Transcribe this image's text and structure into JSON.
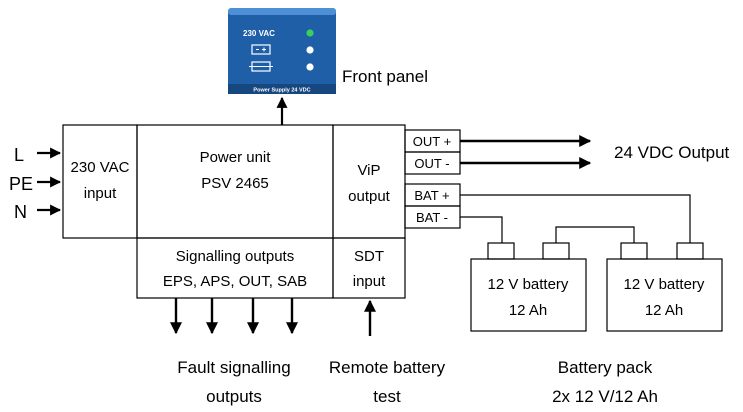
{
  "front_panel": {
    "voltage": "230 VAC",
    "footer": "Power Supply 24 VDC",
    "caption": "Front panel",
    "colors": {
      "panel": "#1e5fa8",
      "panel_dark": "#16477f",
      "led_green": "#39d15a",
      "led_white": "#ffffff"
    }
  },
  "inputs": {
    "l": "L",
    "pe": "PE",
    "n": "N"
  },
  "unit": {
    "input_line1": "230 VAC",
    "input_line2": "input",
    "power_line1": "Power unit",
    "power_line2": "PSV 2465",
    "vip_line1": "ViP",
    "vip_line2": "output",
    "signalling_line1": "Signalling outputs",
    "signalling_line2": "EPS, APS, OUT, SAB",
    "sdt_line1": "SDT",
    "sdt_line2": "input"
  },
  "terminals": {
    "out_plus": "OUT +",
    "out_minus": "OUT -",
    "bat_plus": "BAT +",
    "bat_minus": "BAT -"
  },
  "output_label": "24 VDC Output",
  "batteries": [
    {
      "line1": "12 V battery",
      "line2": "12 Ah"
    },
    {
      "line1": "12 V battery",
      "line2": "12 Ah"
    }
  ],
  "captions": {
    "fault_line1": "Fault signalling",
    "fault_line2": "outputs",
    "remote_line1": "Remote battery",
    "remote_line2": "test",
    "pack_line1": "Battery pack",
    "pack_line2": "2x 12 V/12 Ah"
  }
}
